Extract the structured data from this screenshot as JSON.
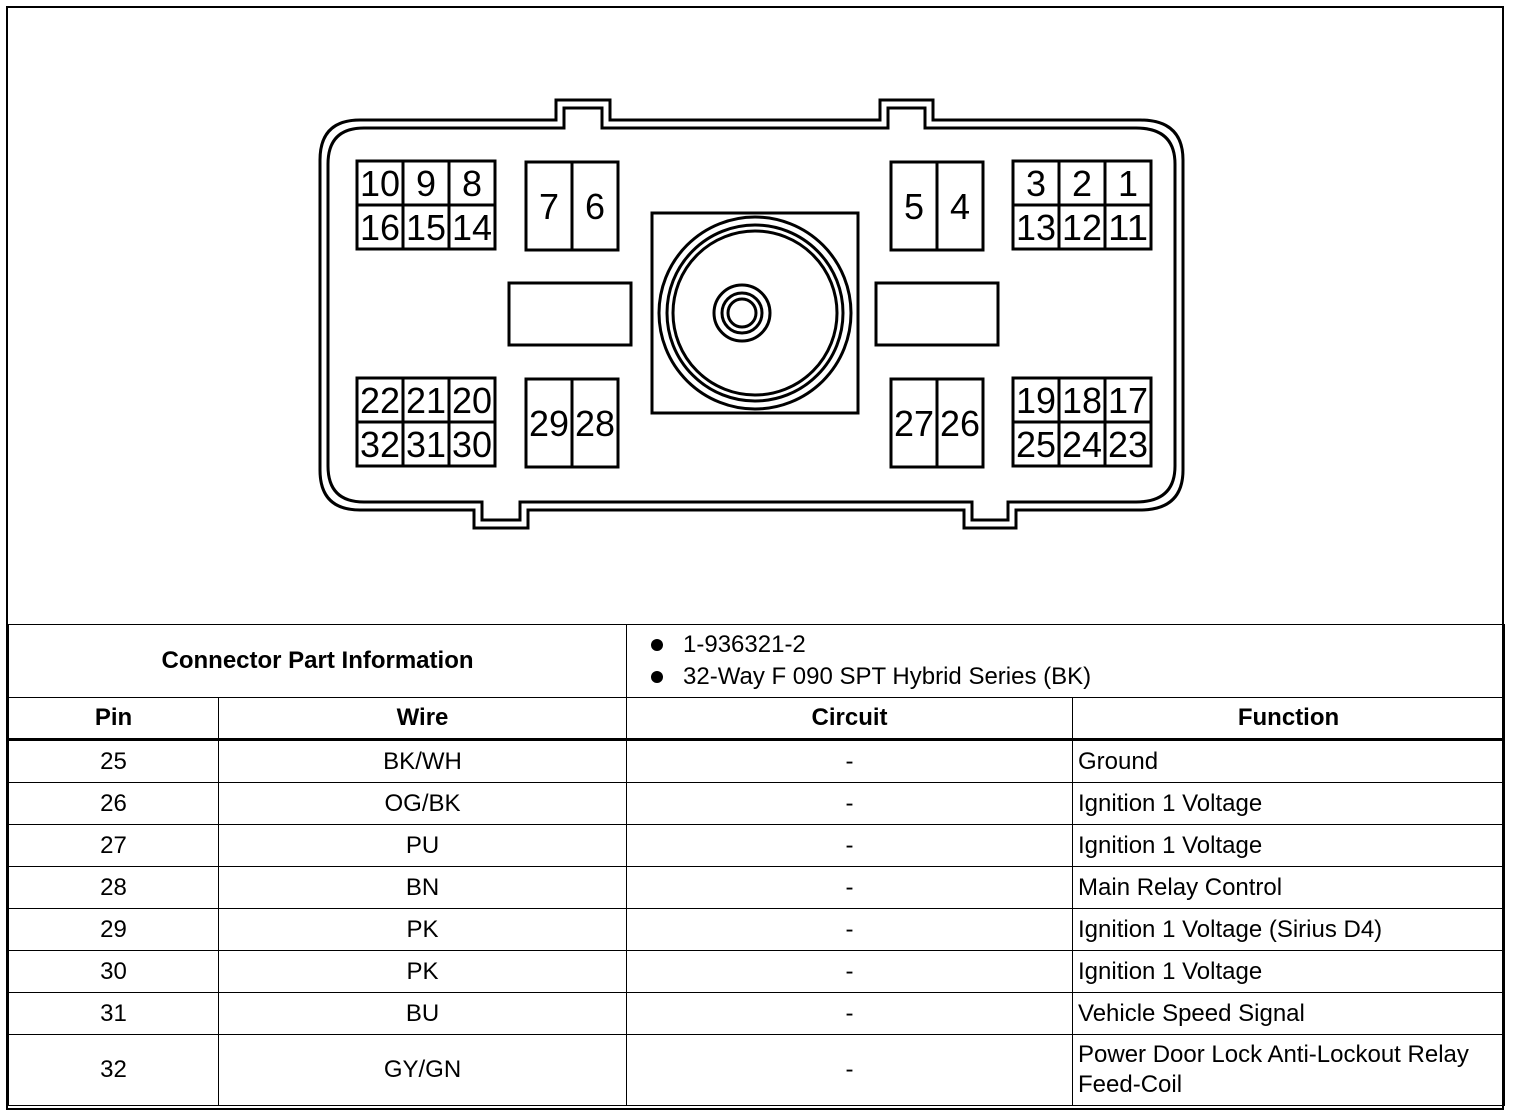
{
  "connector": {
    "pin_groups": [
      {
        "name": "group-top-left",
        "rows": [
          [
            "10",
            "9",
            "8"
          ],
          [
            "16",
            "15",
            "14"
          ]
        ]
      },
      {
        "name": "group-top-left-inner",
        "rows": [
          [
            "7",
            "6"
          ]
        ]
      },
      {
        "name": "group-top-right-inner",
        "rows": [
          [
            "5",
            "4"
          ]
        ]
      },
      {
        "name": "group-top-right",
        "rows": [
          [
            "3",
            "2",
            "1"
          ],
          [
            "13",
            "12",
            "11"
          ]
        ]
      },
      {
        "name": "group-bottom-left",
        "rows": [
          [
            "22",
            "21",
            "20"
          ],
          [
            "32",
            "31",
            "30"
          ]
        ]
      },
      {
        "name": "group-bottom-left-inner",
        "rows": [
          [
            "29",
            "28"
          ]
        ]
      },
      {
        "name": "group-bottom-right-inner",
        "rows": [
          [
            "27",
            "26"
          ]
        ]
      },
      {
        "name": "group-bottom-right",
        "rows": [
          [
            "19",
            "18",
            "17"
          ],
          [
            "25",
            "24",
            "23"
          ]
        ]
      }
    ]
  },
  "part_info": {
    "label": "Connector Part Information",
    "items": [
      "1-936321-2",
      "32-Way F 090 SPT Hybrid Series (BK)"
    ]
  },
  "table": {
    "headers": [
      "Pin",
      "Wire",
      "Circuit",
      "Function"
    ],
    "rows": [
      {
        "pin": "25",
        "wire": "BK/WH",
        "circuit": "-",
        "function": "Ground"
      },
      {
        "pin": "26",
        "wire": "OG/BK",
        "circuit": "-",
        "function": "Ignition 1 Voltage"
      },
      {
        "pin": "27",
        "wire": "PU",
        "circuit": "-",
        "function": "Ignition 1 Voltage"
      },
      {
        "pin": "28",
        "wire": "BN",
        "circuit": "-",
        "function": "Main Relay Control"
      },
      {
        "pin": "29",
        "wire": "PK",
        "circuit": "-",
        "function": "Ignition 1 Voltage (Sirius D4)"
      },
      {
        "pin": "30",
        "wire": "PK",
        "circuit": "-",
        "function": "Ignition 1 Voltage"
      },
      {
        "pin": "31",
        "wire": "BU",
        "circuit": "-",
        "function": "Vehicle Speed Signal"
      },
      {
        "pin": "32",
        "wire": "GY/GN",
        "circuit": "-",
        "function": "Power Door Lock Anti-Lockout Relay Feed-Coil"
      }
    ]
  }
}
